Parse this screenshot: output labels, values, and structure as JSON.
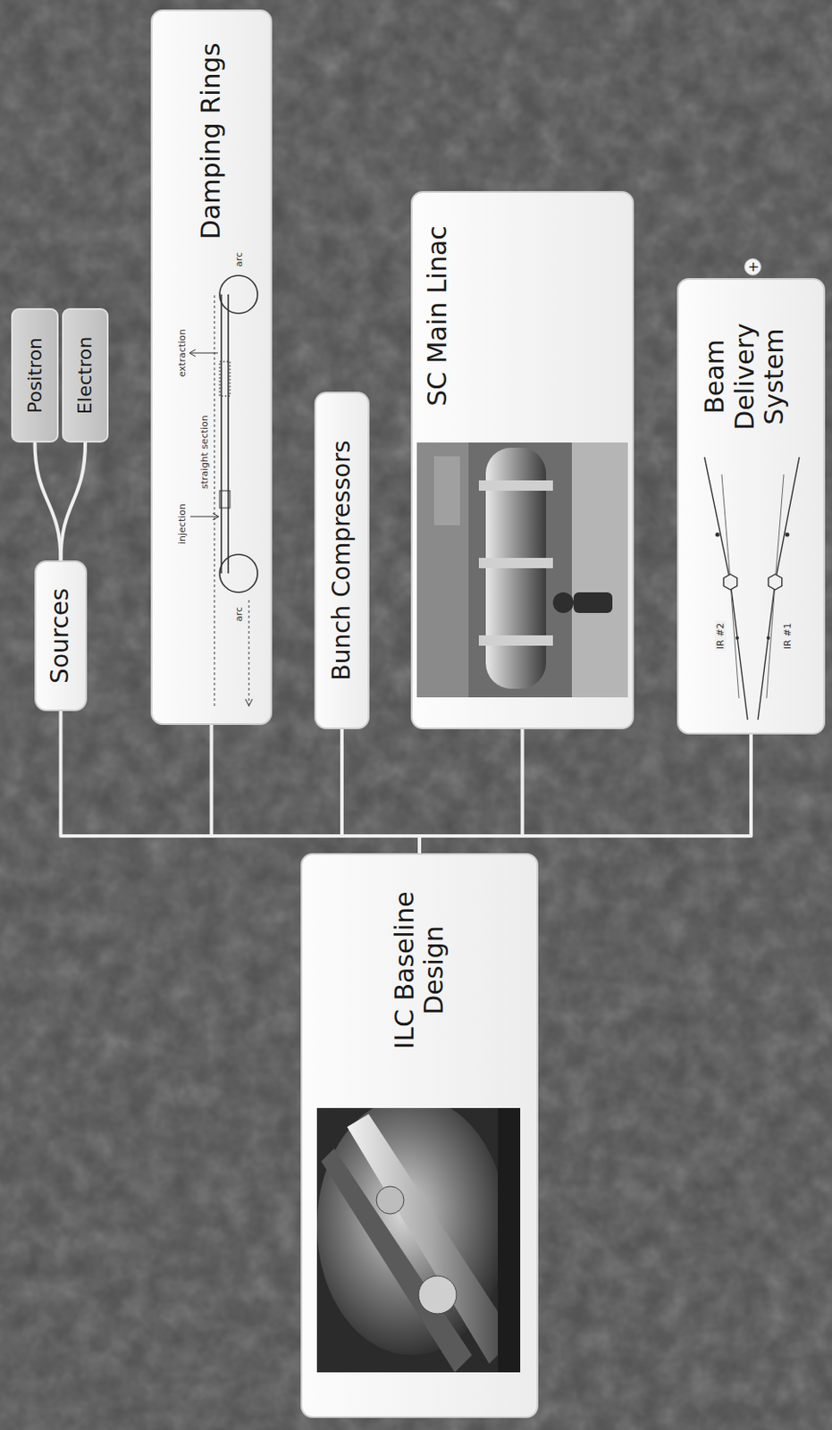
{
  "diagram": {
    "nodes": [
      {
        "text": [
          "ILC Baseline Design"
        ]
      },
      {
        "text": [
          "Sources"
        ]
      },
      {
        "text": [
          "Positron"
        ]
      },
      {
        "text": [
          "Electron"
        ]
      },
      {
        "text": [
          "Damping Rings"
        ]
      },
      {
        "text": [
          "Bunch Compressors"
        ]
      },
      {
        "text": [
          "SC Main Linac"
        ]
      },
      {
        "text": [
          "Beam Delivery System"
        ]
      }
    ],
    "edges": [
      {
        "from": 0,
        "to": 1,
        "arrow": "none"
      },
      {
        "from": 0,
        "to": 4,
        "arrow": "none"
      },
      {
        "from": 0,
        "to": 5,
        "arrow": "none"
      },
      {
        "from": 0,
        "to": 6,
        "arrow": "none"
      },
      {
        "from": 0,
        "to": 7,
        "arrow": "none"
      },
      {
        "from": 2,
        "to": 1,
        "arrow": "none"
      },
      {
        "from": 3,
        "to": 1,
        "arrow": "none"
      }
    ],
    "labels": [
      "+",
      "injection",
      "extraction",
      "straight section",
      "arc",
      "arc",
      "IR #2",
      "IR #1"
    ]
  }
}
